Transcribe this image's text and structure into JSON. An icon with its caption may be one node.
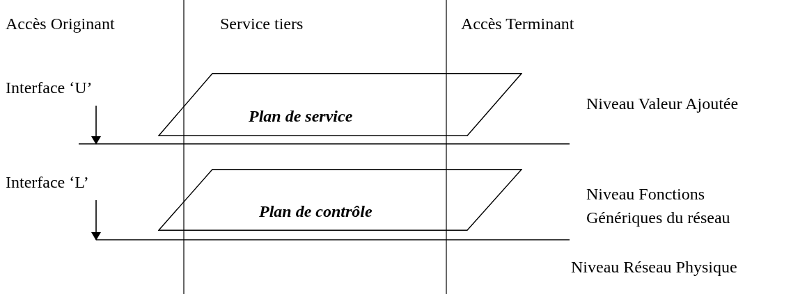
{
  "diagram": {
    "nodes": [
      {
        "text": [
          "Interface ‘U’"
        ]
      },
      {
        "text": [
          "Plan de service"
        ]
      },
      {
        "text": [
          "Interface ‘L’"
        ]
      },
      {
        "text": [
          "Plan de contrôle"
        ]
      }
    ],
    "edges": [
      {
        "from": 0,
        "to": null,
        "arrow": "to"
      },
      {
        "from": 2,
        "to": null,
        "arrow": "to"
      }
    ],
    "labels": [
      "Accès Originant",
      "Service tiers",
      "Accès Terminant",
      "Niveau Valeur Ajoutée",
      "Niveau Fonctions Génériques du réseau",
      "Niveau Réseau Physique"
    ]
  }
}
